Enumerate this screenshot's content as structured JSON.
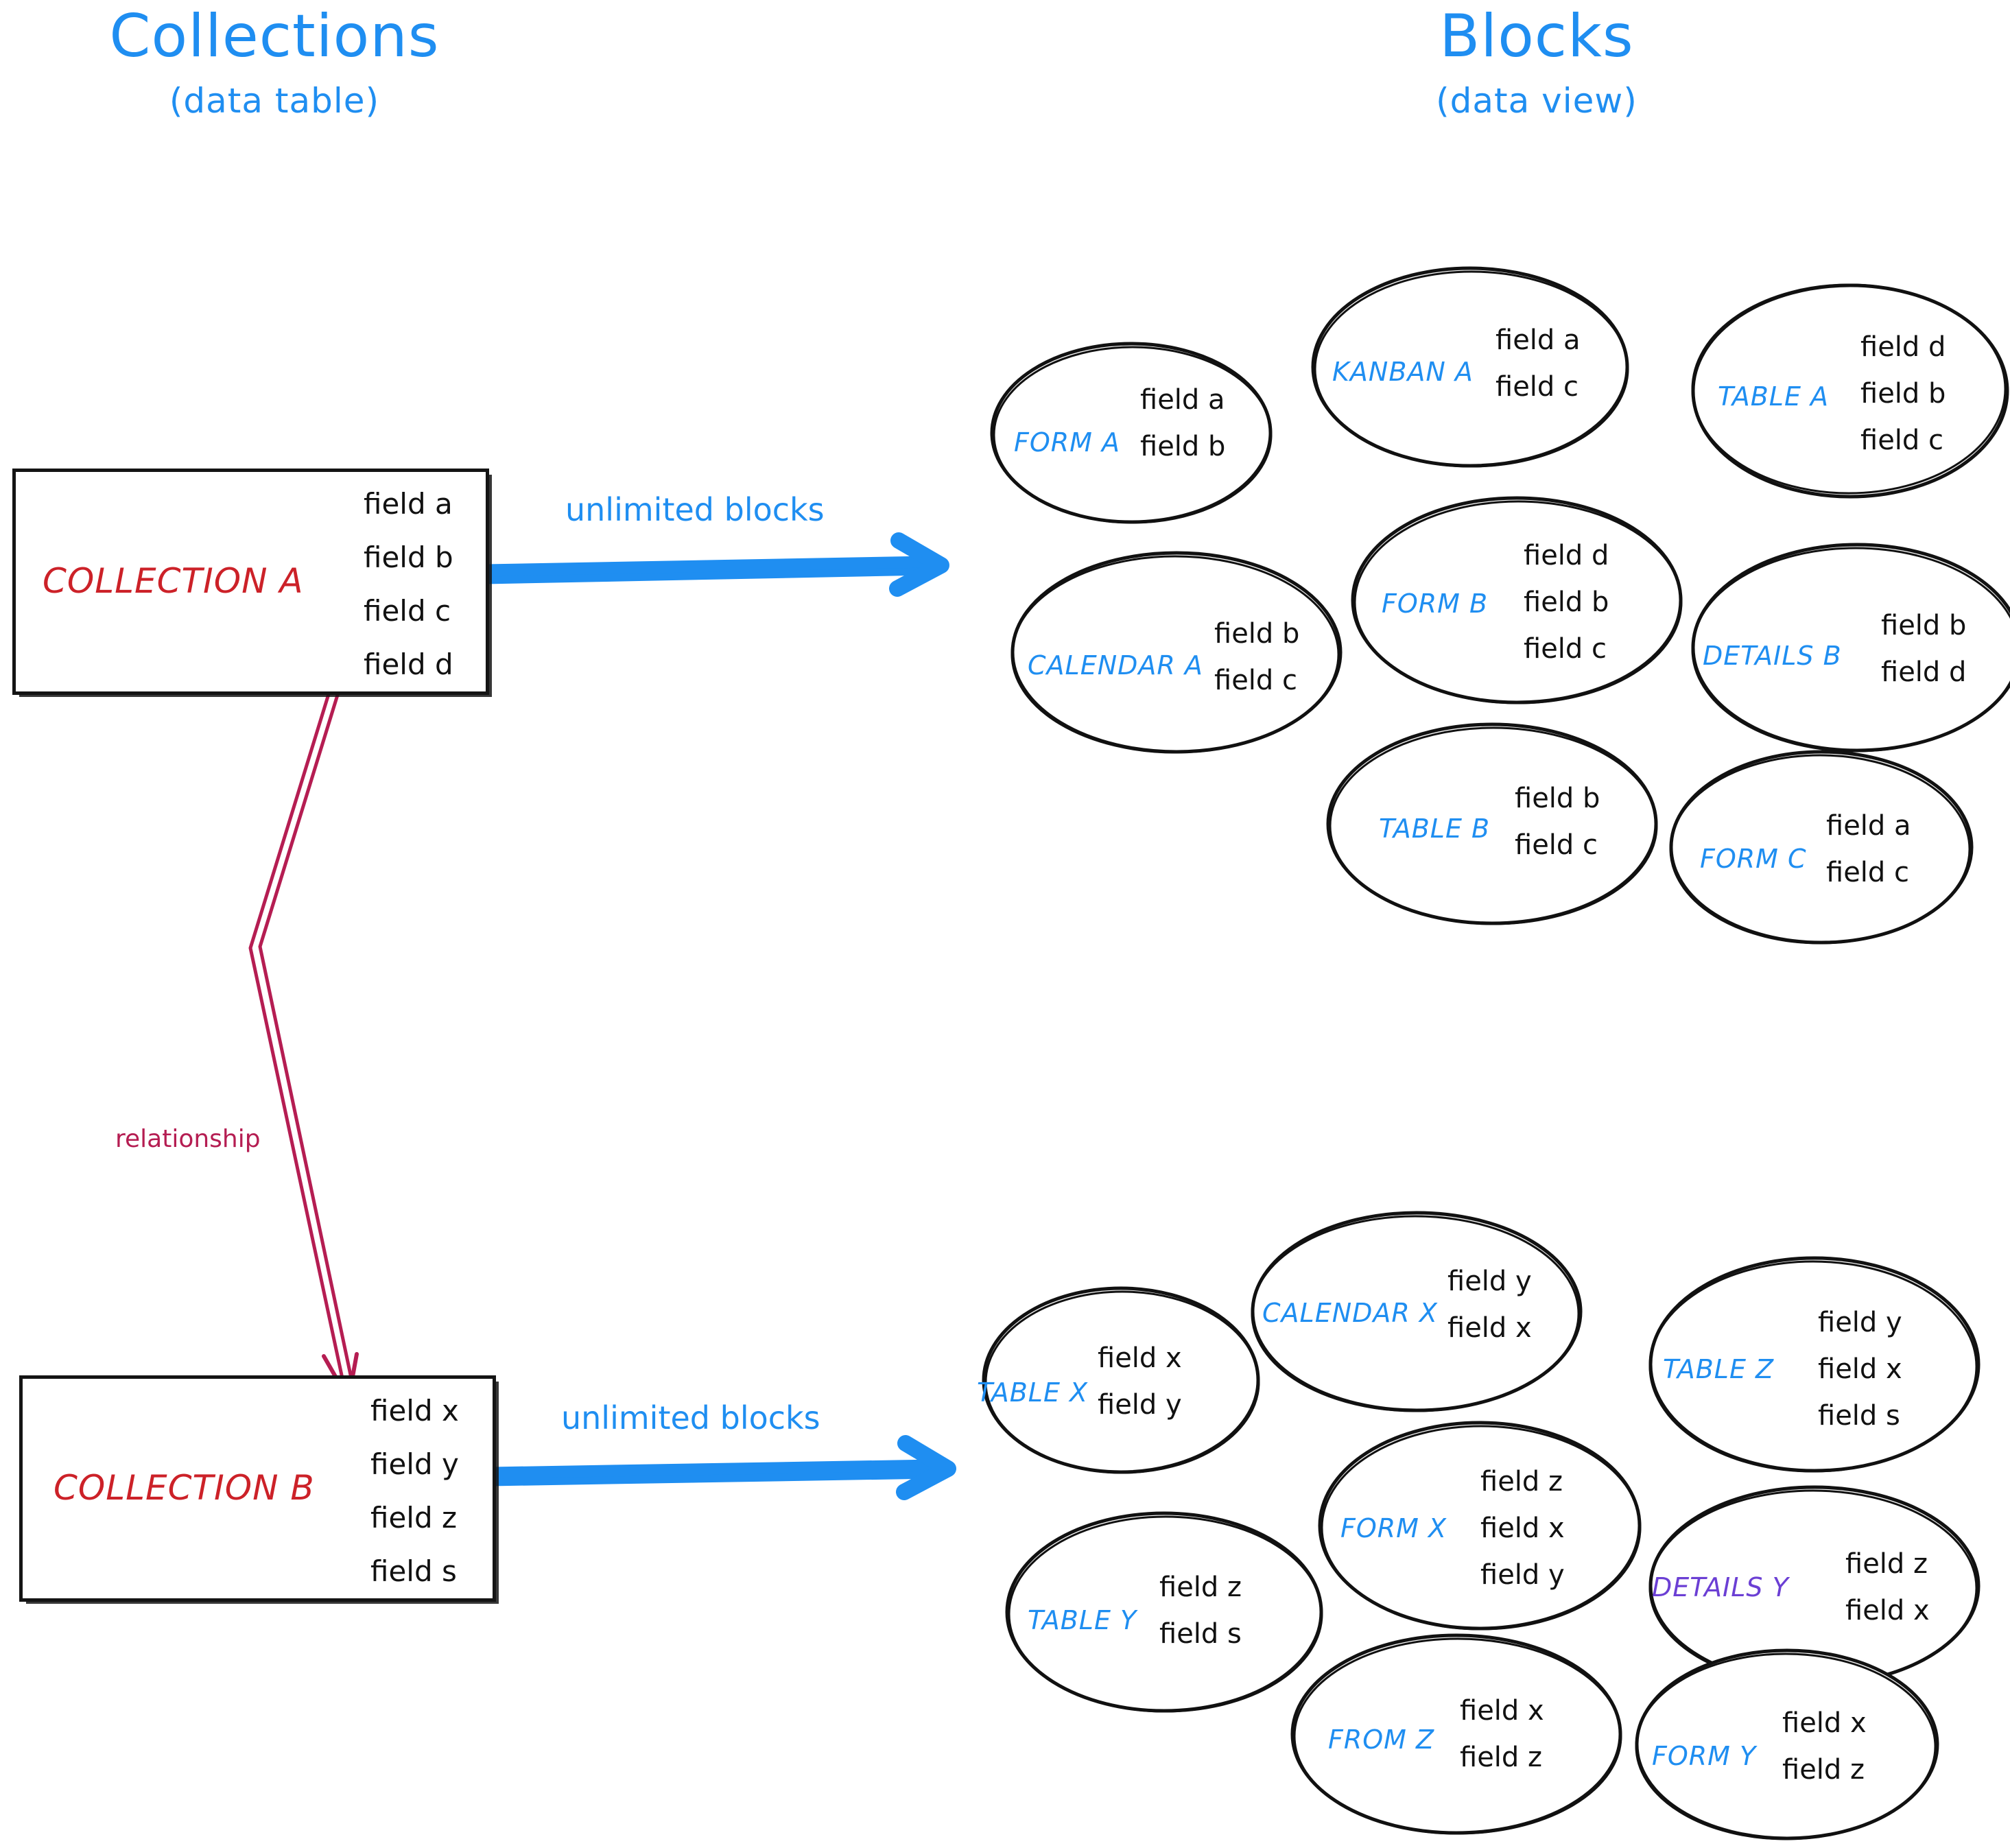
{
  "headings": {
    "left": {
      "main": "Collections",
      "sub": "(data table)"
    },
    "right": {
      "main": "Blocks",
      "sub": "(data view)"
    }
  },
  "colors": {
    "accent_blue": "#1f8ef1",
    "collection_red": "#cc2128",
    "relationship_crimson": "#b51d52",
    "details_purple": "#6b3fd4",
    "ink_black": "#111111"
  },
  "collections": [
    {
      "name": "COLLECTION A",
      "fields": [
        "field a",
        "field b",
        "field c",
        "field d"
      ],
      "arrow_label": "unlimited blocks"
    },
    {
      "name": "COLLECTION B",
      "fields": [
        "field x",
        "field y",
        "field z",
        "field s"
      ],
      "arrow_label": "unlimited blocks"
    }
  ],
  "relationship": {
    "label": "relationship"
  },
  "block_groups": [
    {
      "id": "group-a",
      "blocks": [
        {
          "name": "FORM A",
          "color": "blue",
          "fields": [
            "field a",
            "field b"
          ]
        },
        {
          "name": "KANBAN A",
          "color": "blue",
          "fields": [
            "field a",
            "field c"
          ]
        },
        {
          "name": "TABLE A",
          "color": "blue",
          "fields": [
            "field d",
            "field b",
            "field c"
          ]
        },
        {
          "name": "CALENDAR A",
          "color": "blue",
          "fields": [
            "field b",
            "field c"
          ]
        },
        {
          "name": "FORM B",
          "color": "blue",
          "fields": [
            "field d",
            "field b",
            "field c"
          ]
        },
        {
          "name": "DETAILS B",
          "color": "blue",
          "fields": [
            "field b",
            "field d"
          ]
        },
        {
          "name": "TABLE B",
          "color": "blue",
          "fields": [
            "field b",
            "field c"
          ]
        },
        {
          "name": "FORM C",
          "color": "blue",
          "fields": [
            "field a",
            "field c"
          ]
        }
      ]
    },
    {
      "id": "group-b",
      "blocks": [
        {
          "name": "TABLE X",
          "color": "blue",
          "fields": [
            "field x",
            "field y"
          ]
        },
        {
          "name": "CALENDAR X",
          "color": "blue",
          "fields": [
            "field y",
            "field x"
          ]
        },
        {
          "name": "TABLE Z",
          "color": "blue",
          "fields": [
            "field y",
            "field x",
            "field s"
          ]
        },
        {
          "name": "TABLE Y",
          "color": "blue",
          "fields": [
            "field z",
            "field s"
          ]
        },
        {
          "name": "FORM X",
          "color": "blue",
          "fields": [
            "field z",
            "field x",
            "field y"
          ]
        },
        {
          "name": "DETAILS Y",
          "color": "purple",
          "fields": [
            "field z",
            "field x"
          ]
        },
        {
          "name": "FROM Z",
          "color": "blue",
          "fields": [
            "field x",
            "field z"
          ]
        },
        {
          "name": "FORM Y",
          "color": "blue",
          "fields": [
            "field x",
            "field z"
          ]
        }
      ]
    }
  ]
}
